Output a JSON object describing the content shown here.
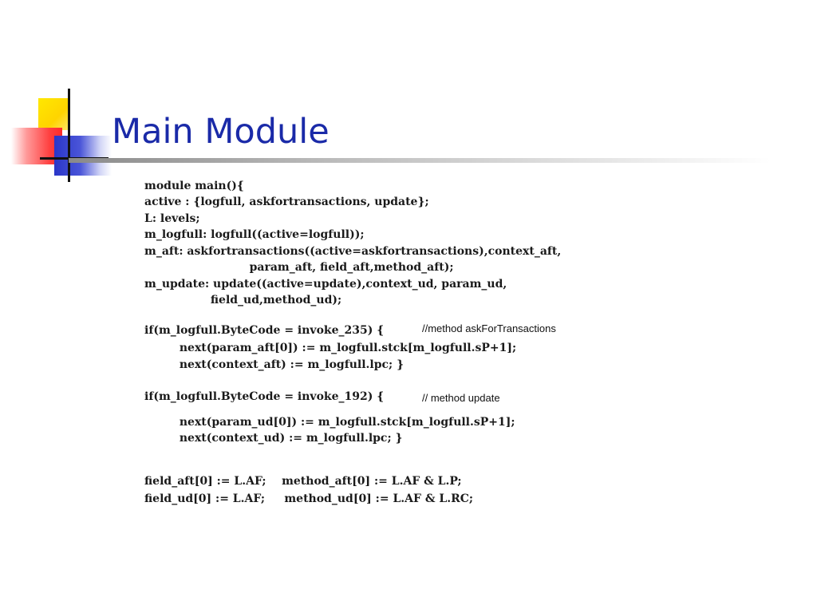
{
  "slide": {
    "title": "Main Module",
    "code_lines": [
      "module main(){",
      "active : {logfull, askfortransactions, update};",
      "L: levels;",
      "m_logfull: logfull((active=logfull));",
      "m_aft: askfortransactions((active=askfortransactions),context_aft,",
      "                           param_aft, field_aft,method_aft);",
      "m_update: update((active=update),context_ud, param_ud,",
      "                 field_ud,method_ud);",
      "if(m_logfull.ByteCode = invoke_235) {",
      "         next(param_aft[0]) := m_logfull.stck[m_logfull.sP+1];",
      "         next(context_aft) := m_logfull.lpc; }",
      "if(m_logfull.ByteCode = invoke_192) {",
      "         next(param_ud[0]) := m_logfull.stck[m_logfull.sP+1];",
      "         next(context_ud) := m_logfull.lpc; }",
      "field_aft[0] := L.AF;    method_aft[0] := L.AF & L.P;",
      "field_ud[0] := L.AF;     method_ud[0] := L.AF & L.RC;"
    ],
    "comments": [
      "//method askForTransactions",
      "// method update"
    ]
  }
}
